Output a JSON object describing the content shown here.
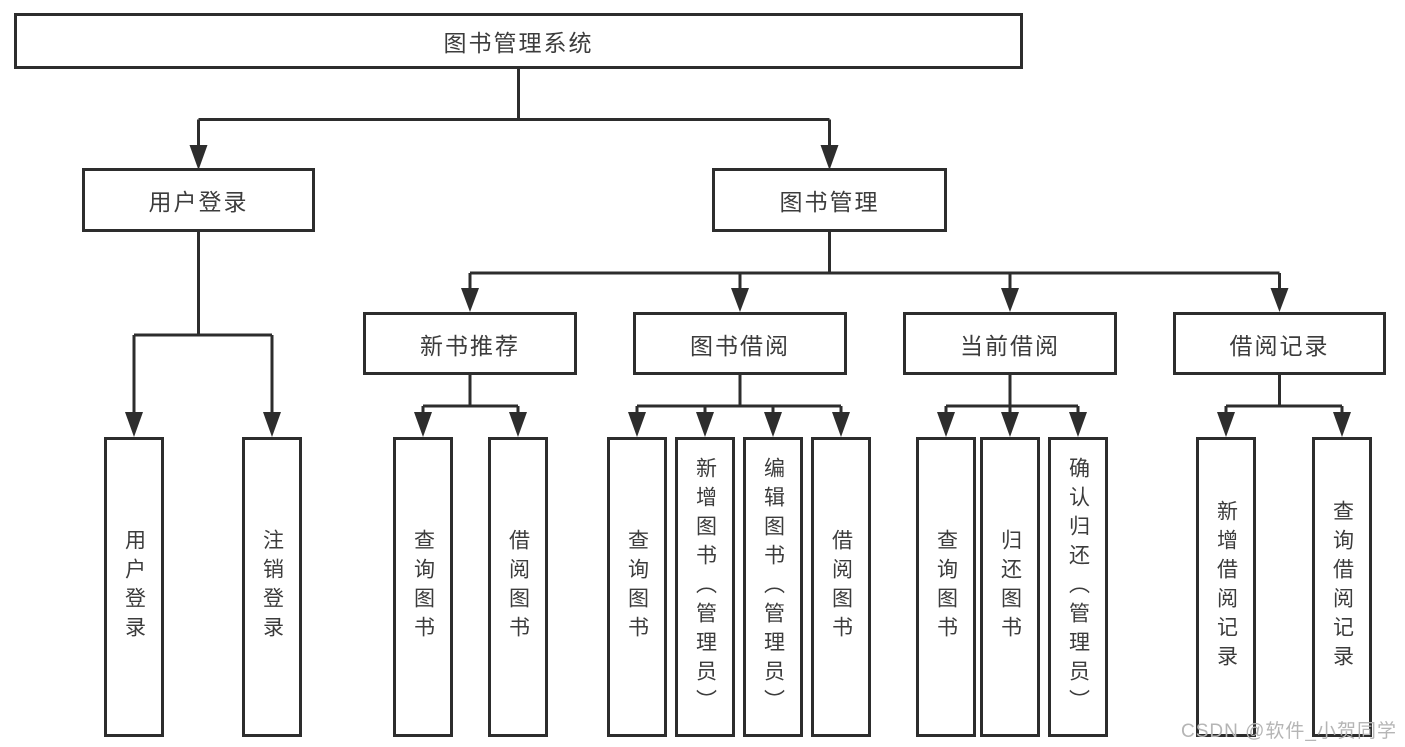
{
  "tree": {
    "root": {
      "label": "图书管理系统",
      "children": [
        {
          "label": "用户登录",
          "children": [
            {
              "label": "用户登录"
            },
            {
              "label": "注销登录"
            }
          ]
        },
        {
          "label": "图书管理",
          "children": [
            {
              "label": "新书推荐",
              "children": [
                {
                  "label": "查询图书"
                },
                {
                  "label": "借阅图书"
                }
              ]
            },
            {
              "label": "图书借阅",
              "children": [
                {
                  "label": "查询图书"
                },
                {
                  "label": "新增图书（管理员）"
                },
                {
                  "label": "编辑图书（管理员）"
                },
                {
                  "label": "借阅图书"
                }
              ]
            },
            {
              "label": "当前借阅",
              "children": [
                {
                  "label": "查询图书"
                },
                {
                  "label": "归还图书"
                },
                {
                  "label": "确认归还（管理员）"
                }
              ]
            },
            {
              "label": "借阅记录",
              "children": [
                {
                  "label": "新增借阅记录"
                },
                {
                  "label": "查询借阅记录"
                }
              ]
            }
          ]
        }
      ]
    }
  },
  "watermark": {
    "text": "CSDN @软件_小贺同学"
  },
  "colors": {
    "line": "#2d2d2d",
    "text": "#3c3c3c",
    "watermark": "#b5b5b5",
    "background": "#ffffff"
  }
}
